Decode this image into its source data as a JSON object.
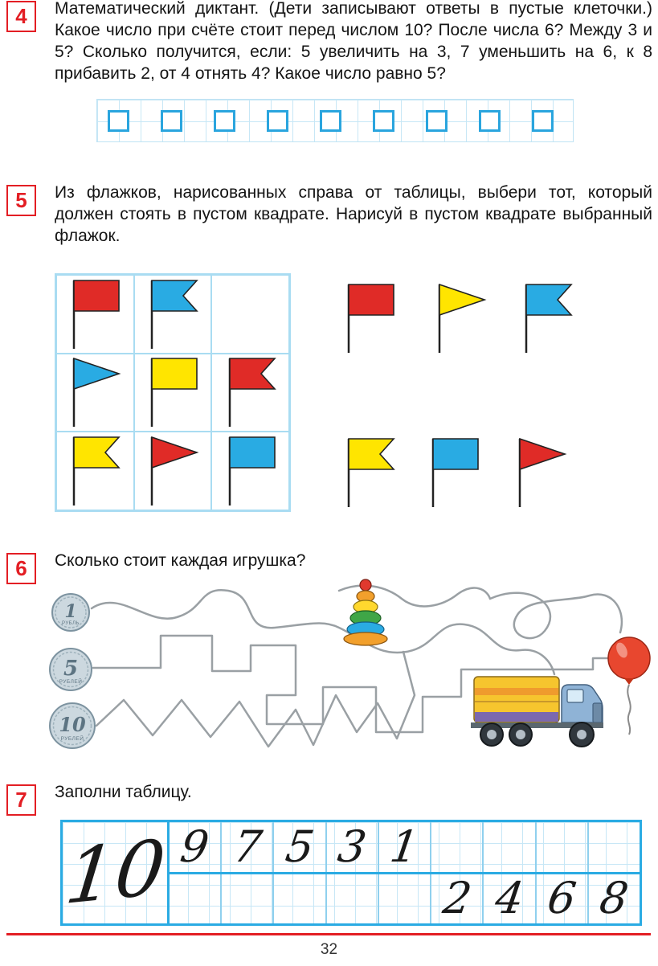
{
  "colors": {
    "accent_red": "#e31e24",
    "flag_red": "#e02b27",
    "flag_yellow": "#ffe500",
    "flag_blue": "#29abe3",
    "grid_light": "#c7e7f6",
    "grid_bold": "#2aabe3"
  },
  "tasks": {
    "t4": {
      "number": "4",
      "text": "Математический диктант. (Дети записывают ответы в пустые клеточки.) Какое число при счёте стоит перед числом 10? После числа 6? Между 3 и 5? Сколько получится, если: 5 увеличить на 3, 7 уменьшить на 6, к 8 прибавить 2, от 4 отнять 4? Какое число равно 5?",
      "answer_cells": 9
    },
    "t5": {
      "number": "5",
      "text": "Из флажков, нарисованных справа от таблицы, выбери тот, который должен стоять в пустом квадрате. Нарисуй в пустом квадрате выбранный флажок.",
      "grid": [
        [
          "red-rect",
          "blue-notch",
          "empty"
        ],
        [
          "blue-tri",
          "yellow-rect",
          "red-notch"
        ],
        [
          "yellow-notch",
          "red-tri",
          "blue-rect"
        ]
      ],
      "choices_top": [
        "red-rect",
        "yellow-tri",
        "blue-notch"
      ],
      "choices_bottom": [
        "yellow-notch",
        "blue-rect",
        "red-tri"
      ]
    },
    "t6": {
      "number": "6",
      "text": "Сколько стоит каждая игрушка?",
      "coins": [
        {
          "value": "1",
          "unit": "РУБЛЬ"
        },
        {
          "value": "5",
          "unit": "РУБЛЕЙ"
        },
        {
          "value": "10",
          "unit": "РУБЛЕЙ"
        }
      ],
      "toys": [
        "pyramid",
        "truck",
        "balloon"
      ]
    },
    "t7": {
      "number": "7",
      "text": "Заполни таблицу.",
      "big_number": "10",
      "top_row": [
        "9",
        "7",
        "5",
        "3",
        "1",
        "",
        "",
        "",
        ""
      ],
      "bottom_row": [
        "",
        "",
        "",
        "",
        "",
        "2",
        "4",
        "6",
        "8"
      ]
    }
  },
  "footer": {
    "page_number": "32"
  }
}
